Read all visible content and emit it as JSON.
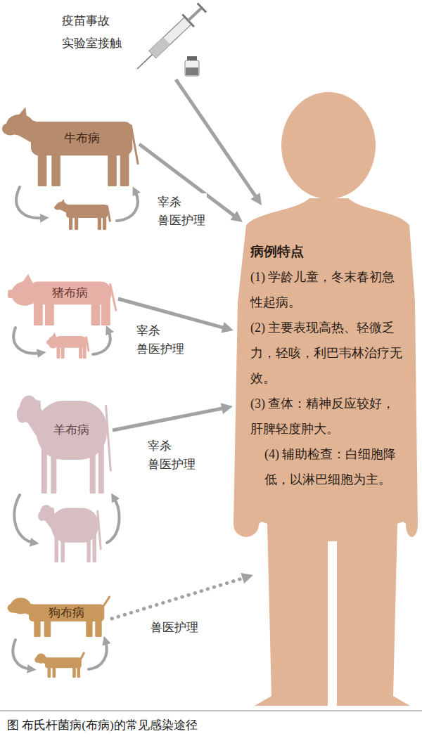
{
  "diagram": {
    "caption": "图 布氏杆菌病(布病)的常见感染途径",
    "nodes": [
      {
        "text": [
          "疫苗事故 实验室接触"
        ]
      },
      {
        "text": [
          "牛布病"
        ]
      },
      {
        "text": [
          "猪布病"
        ]
      },
      {
        "text": [
          "羊布病"
        ]
      },
      {
        "text": [
          "狗布病"
        ]
      },
      {
        "text": [
          "病例特点",
          "(1) 学龄儿童，冬末春初急性起病。",
          "(2) 主要表现高热、轻微乏力，轻咳，利巴韦林治疗无效。",
          "(3) 查体：精神反应较好，肝脾轻度肿大。",
          "(4) 辅助检查：白细胞降低，以淋巴细胞为主。"
        ]
      }
    ],
    "edges": [
      {
        "from": 0,
        "to": 5,
        "arrow": "to"
      },
      {
        "from": 1,
        "to": 5,
        "arrow": "to",
        "label": "宰杀 兽医护理"
      },
      {
        "from": 2,
        "to": 5,
        "arrow": "to",
        "label": "宰杀 兽医护理"
      },
      {
        "from": 3,
        "to": 5,
        "arrow": "to",
        "label": "宰杀 兽医护理"
      },
      {
        "from": 4,
        "to": 5,
        "arrow": "to",
        "label": "兽医护理"
      }
    ]
  }
}
